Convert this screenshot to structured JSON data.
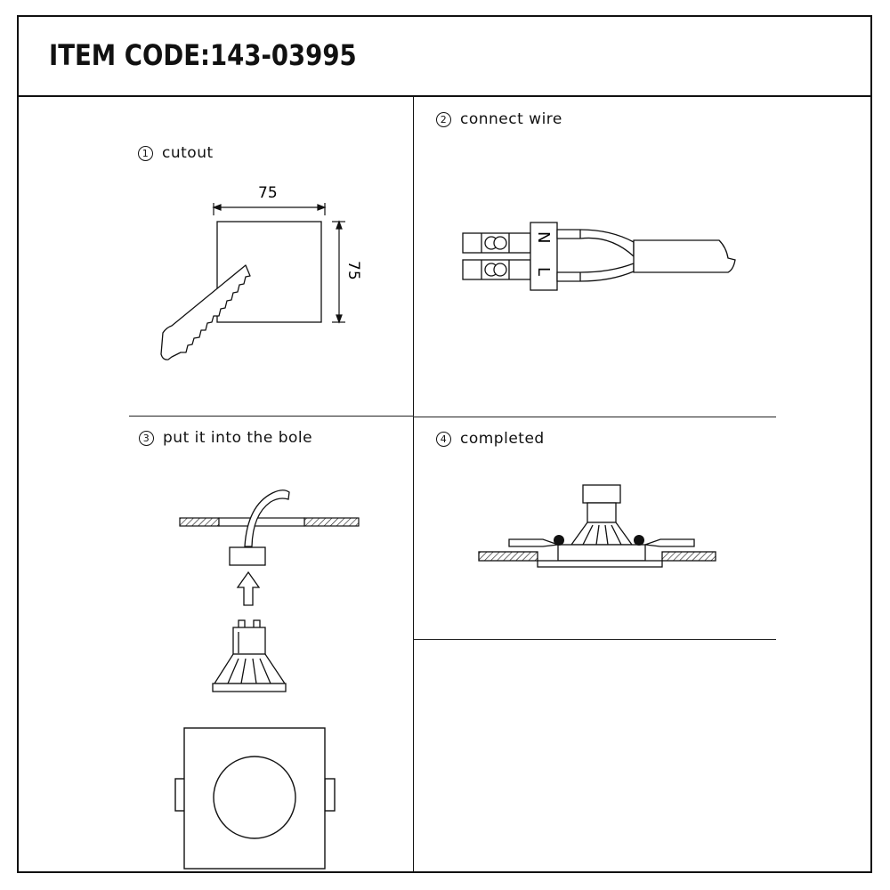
{
  "header": {
    "item_code": "ITEM CODE:143-03995"
  },
  "steps": [
    {
      "number": "1",
      "label": "cutout"
    },
    {
      "number": "2",
      "label": "connect wire"
    },
    {
      "number": "3",
      "label": "put it into the bole"
    },
    {
      "number": "4",
      "label": "completed"
    }
  ],
  "cutout": {
    "width_label": "75",
    "height_label": "75"
  },
  "connector": {
    "neutral": "N",
    "live": "L"
  }
}
